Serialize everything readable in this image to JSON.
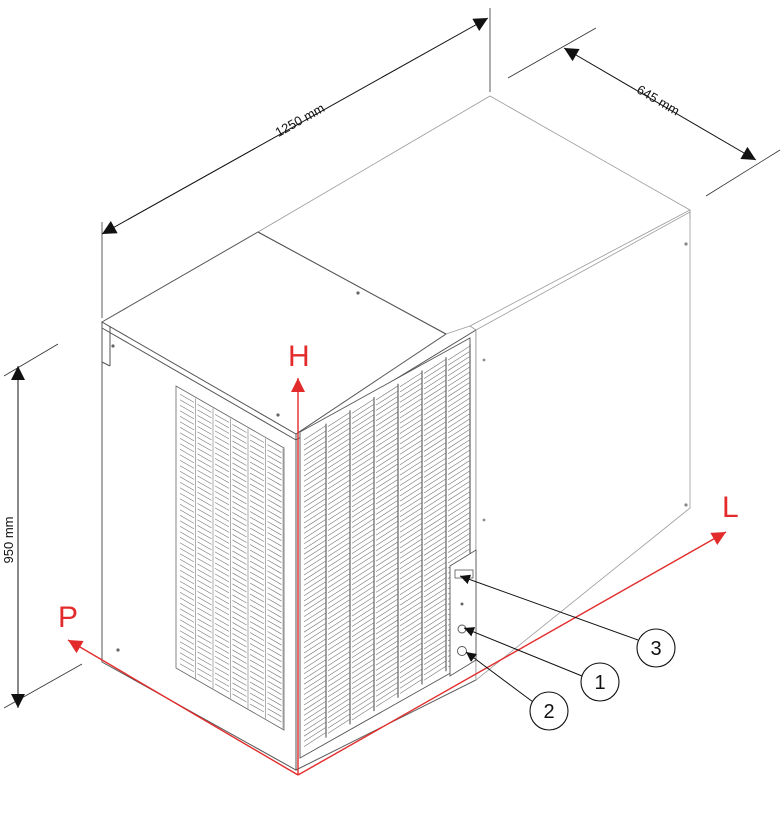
{
  "dimensions": {
    "width_label": "1250 mm",
    "depth_label": "645 mm",
    "height_label": "950 mm"
  },
  "axes": {
    "height_axis": "H",
    "length_axis": "L",
    "depth_axis": "P",
    "color": "#e32b2b"
  },
  "callouts": {
    "c1": "1",
    "c2": "2",
    "c3": "3"
  }
}
